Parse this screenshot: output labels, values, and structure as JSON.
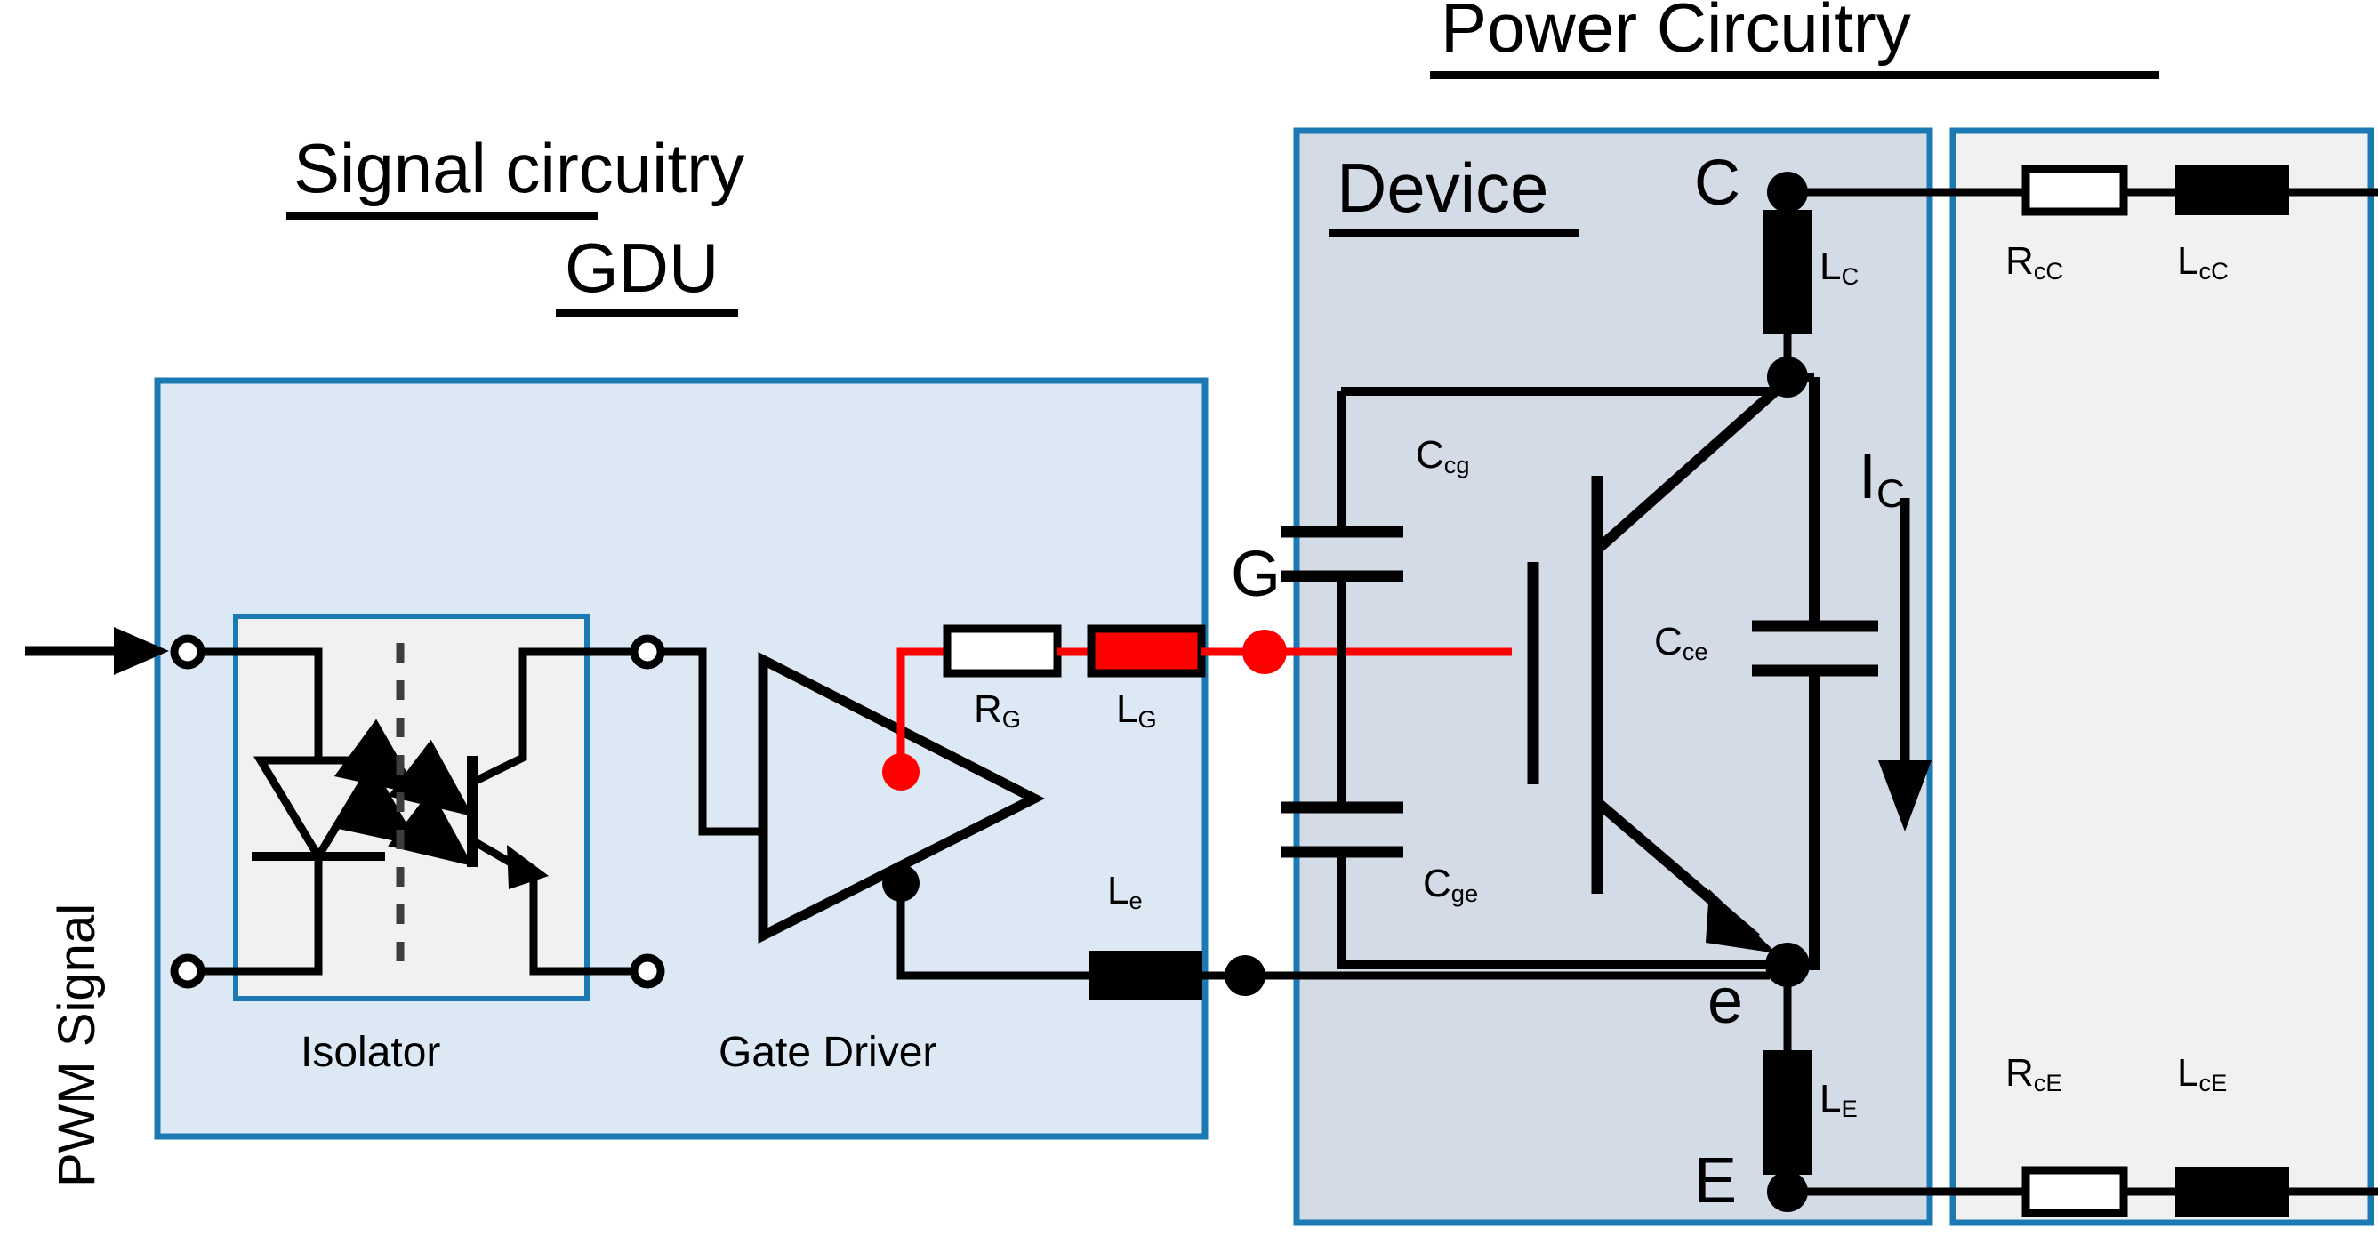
{
  "diagram": {
    "kind": "circuit-schematic",
    "description": "IGBT gate drive and power circuit schematic with signal circuitry, device model and parasitic power loop elements"
  },
  "colors": {
    "panel_border": "#1b7ab4",
    "gdu_fill": "#dce8f4",
    "device_fill": "#d3dbe6",
    "power_parasitic_fill": "#f1f1f1",
    "isolator_fill": "#f1f1f1",
    "wire": "#000000",
    "gate_wire": "#ff0000",
    "node": "#000000",
    "gate_node": "#ff0000"
  },
  "titles": {
    "signal_circuitry": "Signal circuitry",
    "power_circuitry": "Power Circuitry"
  },
  "boxes": {
    "gdu_label": "GDU",
    "device_label": "Device"
  },
  "captions": {
    "isolator": "Isolator",
    "gate_driver": "Gate Driver"
  },
  "input": {
    "pwm_label": "PWM Signal"
  },
  "terminals": {
    "gate": "G",
    "collector": "C",
    "emitter_kelvin": "e",
    "emitter_power": "E"
  },
  "components": {
    "gate_resistor": {
      "label": "R",
      "sub": "G",
      "type": "resistor",
      "fill": "white"
    },
    "gate_inductor": {
      "label": "L",
      "sub": "G",
      "type": "inductor",
      "fill": "red"
    },
    "emitter_inductor": {
      "label": "L",
      "sub": "e",
      "type": "inductor",
      "fill": "black"
    },
    "collector_inductor": {
      "label": "L",
      "sub": "C",
      "type": "inductor",
      "fill": "black"
    },
    "emitter_power_inductor": {
      "label": "L",
      "sub": "E",
      "type": "inductor",
      "fill": "black"
    },
    "commutation_resistor_c": {
      "label": "R",
      "sub": "cC",
      "type": "resistor",
      "fill": "white"
    },
    "commutation_inductor_c": {
      "label": "L",
      "sub": "cC",
      "type": "inductor",
      "fill": "black"
    },
    "commutation_resistor_e": {
      "label": "R",
      "sub": "cE",
      "type": "resistor",
      "fill": "white"
    },
    "commutation_inductor_e": {
      "label": "L",
      "sub": "cE",
      "type": "inductor",
      "fill": "black"
    },
    "cap_collector_gate": {
      "label": "C",
      "sub": "cg",
      "type": "capacitor"
    },
    "cap_gate_emitter": {
      "label": "C",
      "sub": "ge",
      "type": "capacitor"
    },
    "cap_collector_emitter": {
      "label": "C",
      "sub": "ce",
      "type": "capacitor"
    }
  },
  "annotations": {
    "collector_current": {
      "label": "I",
      "sub": "C",
      "arrow": "down"
    }
  },
  "symbols": {
    "optocoupler_led": "led-diode-icon",
    "optocoupler_phototransistor": "phototransistor-icon",
    "optocoupler_light": "light-arrows-icon",
    "isolation_barrier": "dashed-isolation-line",
    "gate_driver_buffer": "triangle-buffer-icon",
    "igbt": "igbt-transistor-icon"
  }
}
